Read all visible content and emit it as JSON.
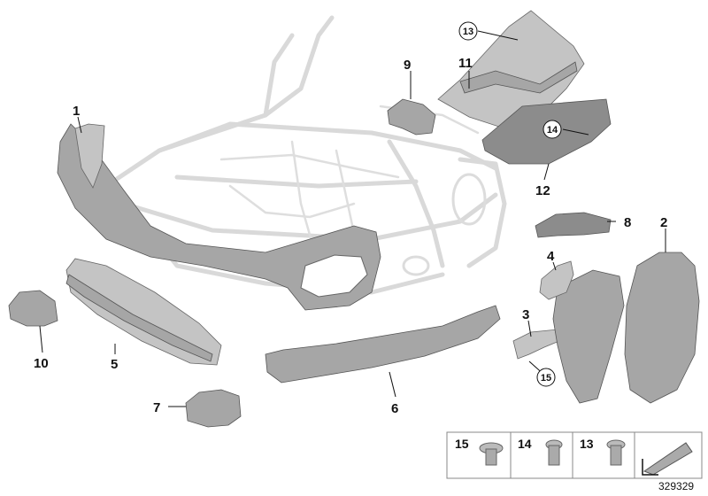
{
  "diagram": {
    "callouts": {
      "c1": "1",
      "c2": "2",
      "c3": "3",
      "c4": "4",
      "c5": "5",
      "c6": "6",
      "c7": "7",
      "c8": "8",
      "c9": "9",
      "c10": "10",
      "c11": "11",
      "c12": "12",
      "c13": "13",
      "c14": "14",
      "c15": "15"
    },
    "hardware_legend": {
      "items": [
        "15",
        "14",
        "13"
      ]
    },
    "reference_number": "329329"
  }
}
